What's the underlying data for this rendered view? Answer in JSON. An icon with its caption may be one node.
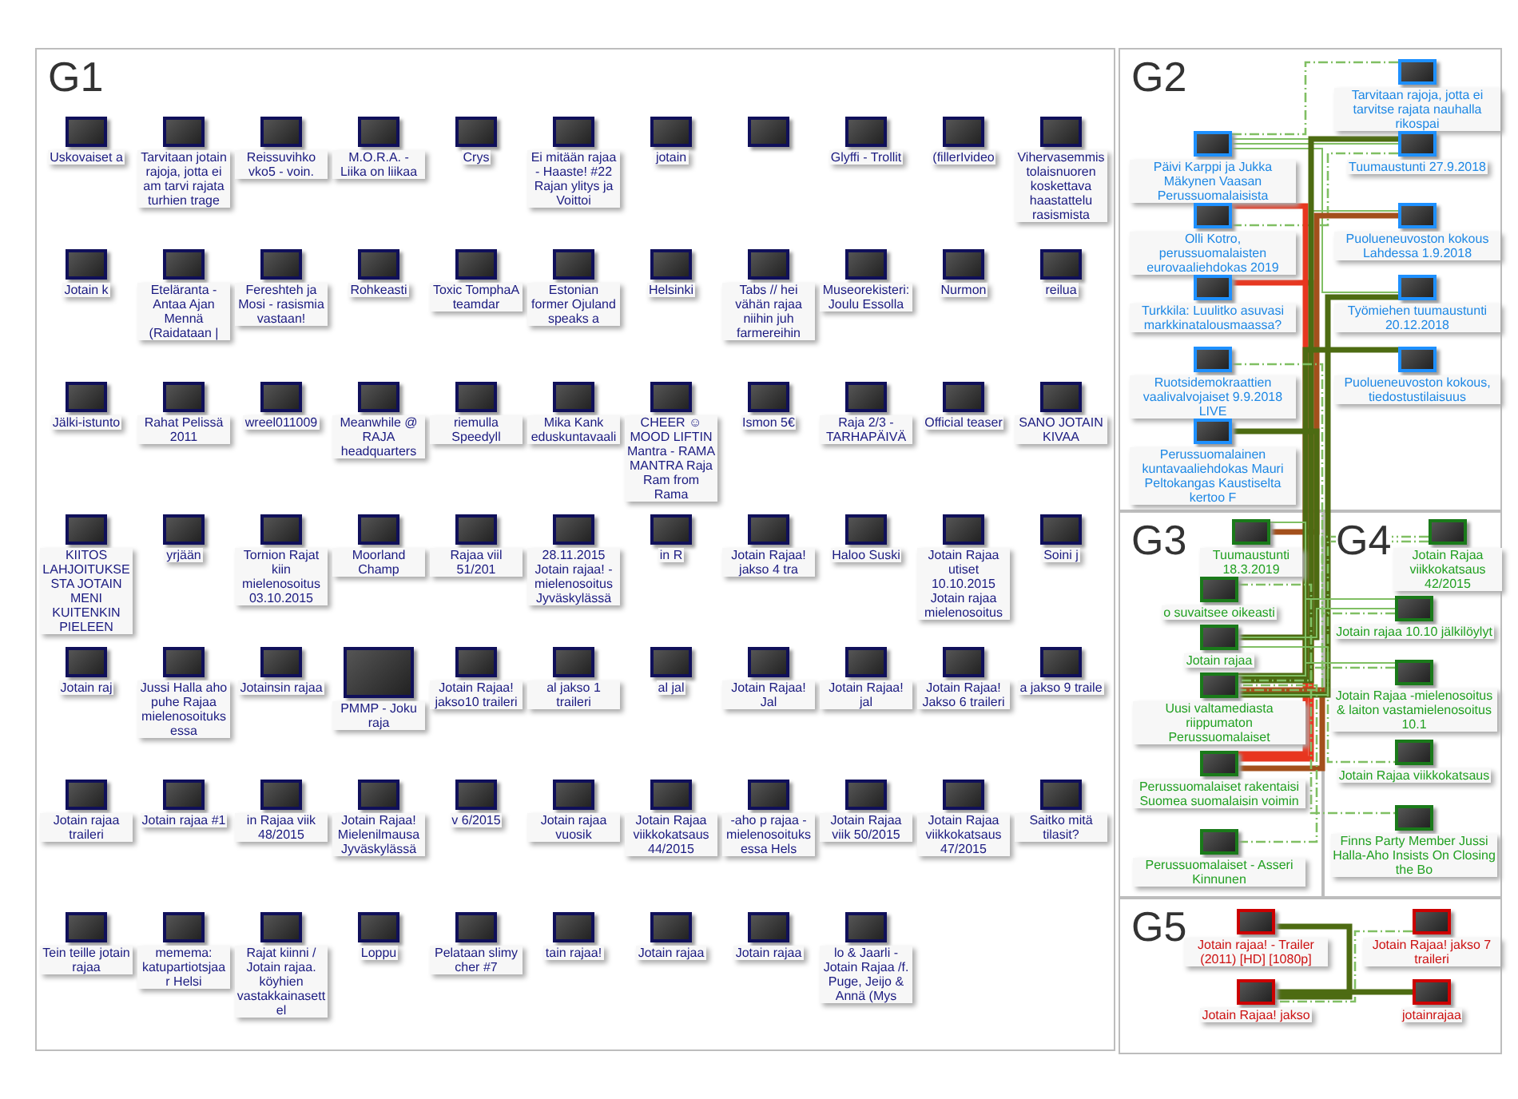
{
  "diagram": {
    "nodes": [
      {
        "text": [
          "G1"
        ]
      },
      {
        "text": [
          "Uskovaiset a"
        ],
        "in": 0
      },
      {
        "text": [
          "Tarvitaan jotain rajoja, jotta ei am tarvi rajata turhien trage"
        ],
        "in": 0
      },
      {
        "text": [
          "Reissuvihko vko5 - voin."
        ],
        "in": 0
      },
      {
        "text": [
          "M.O.R.A. - Liika on liikaa"
        ],
        "in": 0
      },
      {
        "text": [
          "Crys"
        ],
        "in": 0
      },
      {
        "text": [
          "Ei mitään rajaa - Haaste! #22 Rajan ylitys ja Voittoi"
        ],
        "in": 0
      },
      {
        "text": [
          "jotain"
        ],
        "in": 0
      },
      {
        "text": [],
        "shape": "picture",
        "in": 0
      },
      {
        "text": [
          "Glyffi - Trollit"
        ],
        "in": 0
      },
      {
        "text": [
          "(fillerIvideo"
        ],
        "in": 0
      },
      {
        "text": [
          "Vihervasemmistolaisnuoren koskettava haastattelu rasismista"
        ],
        "in": 0
      },
      {
        "text": [
          "Jotain k"
        ],
        "in": 0
      },
      {
        "text": [
          "Eteläranta - Antaa Ajan Mennä (Raidataan |"
        ],
        "in": 0
      },
      {
        "text": [
          "Fereshteh ja Mosi - rasismia vastaan!"
        ],
        "in": 0
      },
      {
        "text": [
          "Rohkeasti"
        ],
        "in": 0
      },
      {
        "text": [
          "Toxic TomphaA teamdar"
        ],
        "in": 0
      },
      {
        "text": [
          "Estonian former Ojuland speaks a"
        ],
        "in": 0
      },
      {
        "text": [
          "Helsinki"
        ],
        "in": 0
      },
      {
        "text": [
          "Tabs // hei vähän rajaa niihin juh farmereihin"
        ],
        "in": 0
      },
      {
        "text": [
          "Museorekisteri: Joulu Essolla"
        ],
        "in": 0
      },
      {
        "text": [
          "Nurmon"
        ],
        "in": 0
      },
      {
        "text": [
          "reilua"
        ],
        "in": 0
      },
      {
        "text": [
          "Jälki-istunto"
        ],
        "in": 0
      },
      {
        "text": [
          "Rahat Pelissä 2011"
        ],
        "in": 0
      },
      {
        "text": [
          "wreel011009"
        ],
        "in": 0
      },
      {
        "text": [
          "Meanwhile @ RAJA headquarters"
        ],
        "in": 0
      },
      {
        "text": [
          "riemulla Speedyll"
        ],
        "in": 0
      },
      {
        "text": [
          "Mika Kank eduskuntavaali"
        ],
        "in": 0
      },
      {
        "text": [
          "CHEER ☺ MOOD LIFTIN Mantra - RAMA MANTRA Raja Ram from Rama"
        ],
        "in": 0
      },
      {
        "text": [
          "Ismon 5€"
        ],
        "in": 0
      },
      {
        "text": [
          "Raja 2/3 - TARHAPÄIVÄ"
        ],
        "in": 0
      },
      {
        "text": [
          "Official teaser"
        ],
        "in": 0
      },
      {
        "text": [
          "SANO JOTAIN KIVAA"
        ],
        "in": 0
      },
      {
        "text": [
          "KIITOS LAHJOITUKSESTA JOTAIN MENI KUITENKIN PIELEEN"
        ],
        "in": 0
      },
      {
        "text": [
          "yrjään"
        ],
        "in": 0
      },
      {
        "text": [
          "Tornion Rajat kiin mielenosoitus 03.10.2015"
        ],
        "in": 0
      },
      {
        "text": [
          "Moorland Champ"
        ],
        "in": 0
      },
      {
        "text": [
          "Rajaa viil 51/201"
        ],
        "in": 0
      },
      {
        "text": [
          "28.11.2015 Jotain rajaa! - mielenosoitus Jyväskylässä"
        ],
        "in": 0
      },
      {
        "text": [
          "in R"
        ],
        "in": 0
      },
      {
        "text": [
          "Jotain Rajaa! jakso 4 tra"
        ],
        "in": 0
      },
      {
        "text": [
          "Haloo Suski"
        ],
        "in": 0
      },
      {
        "text": [
          "Jotain Rajaa utiset 10.10.2015 Jotain rajaa mielenosoitus"
        ],
        "in": 0
      },
      {
        "text": [
          "Soini j"
        ],
        "in": 0
      },
      {
        "text": [
          "Jotain raj"
        ],
        "in": 0
      },
      {
        "text": [
          "Jussi Halla aho puhe Rajaa mielenosoituksessa"
        ],
        "in": 0
      },
      {
        "text": [
          "Jotainsin rajaa"
        ],
        "in": 0
      },
      {
        "text": [
          "PMMP - Joku raja"
        ],
        "in": 0
      },
      {
        "text": [
          "Jotain Rajaa! jakso10 traileri"
        ],
        "in": 0
      },
      {
        "text": [
          "al jakso 1 traileri"
        ],
        "in": 0
      },
      {
        "text": [
          "al jal"
        ],
        "in": 0
      },
      {
        "text": [
          "Jotain Rajaa! Jal"
        ],
        "in": 0
      },
      {
        "text": [
          "Jotain Rajaa! jal"
        ],
        "in": 0
      },
      {
        "text": [
          "Jotain Rajaa! Jakso 6 traileri"
        ],
        "in": 0
      },
      {
        "text": [
          "a jakso 9 traile"
        ],
        "in": 0
      },
      {
        "text": [
          "Jotain rajaa traileri"
        ],
        "in": 0
      },
      {
        "text": [
          "Jotain rajaa #1"
        ],
        "in": 0
      },
      {
        "text": [
          "in Rajaa viik 48/2015"
        ],
        "in": 0
      },
      {
        "text": [
          "Jotain Rajaa! Mielenilmausa Jyväskylässä"
        ],
        "in": 0
      },
      {
        "text": [
          "v 6/2015"
        ],
        "in": 0
      },
      {
        "text": [
          "Jotain rajaa vuosik"
        ],
        "in": 0
      },
      {
        "text": [
          "Jotain Rajaa viikkokatsaus 44/2015"
        ],
        "in": 0
      },
      {
        "text": [
          "-aho p rajaa -mielenosoituksessa Hels"
        ],
        "in": 0
      },
      {
        "text": [
          "Jotain Rajaa viik 50/2015"
        ],
        "in": 0
      },
      {
        "text": [
          "Jotain Rajaa viikkokatsaus 47/2015"
        ],
        "in": 0
      },
      {
        "text": [
          "Saitko mitä tilasit?"
        ],
        "in": 0
      },
      {
        "text": [
          "Tein teille jotain rajaa"
        ],
        "in": 0
      },
      {
        "text": [
          "memema: katupartiotsjaa r Helsi"
        ],
        "in": 0
      },
      {
        "text": [
          "Rajat kiinni / Jotain rajaa. köyhien vastakkainasettel"
        ],
        "in": 0
      },
      {
        "text": [
          "Loppu"
        ],
        "in": 0
      },
      {
        "text": [
          "Pelataan slimy cher #7"
        ],
        "in": 0
      },
      {
        "text": [
          "tain rajaa!"
        ],
        "in": 0
      },
      {
        "text": [
          "Jotain rajaa"
        ],
        "in": 0
      },
      {
        "text": [
          "Jotain rajaa"
        ],
        "in": 0
      },
      {
        "text": [
          "lo & Jaarli - Jotain Rajaa /f. Puge, Jeijo & Annä (Mys"
        ],
        "in": 0
      },
      {
        "text": [
          "G2"
        ]
      },
      {
        "text": [
          "Tarvitaan rajoja, jotta ei tarvitse rajata nauhalla rikospai"
        ],
        "in": 76
      },
      {
        "text": [
          "Päivi Karppi ja Jukka Mäkynen Vaasan Perussuomalaisista"
        ],
        "in": 76
      },
      {
        "text": [
          "Tuumaustunti 27.9.2018"
        ],
        "in": 76
      },
      {
        "text": [
          "Olli Kotro, perussuomalaisten eurovaaliehdokas 2019"
        ],
        "in": 76
      },
      {
        "text": [
          "Puolueneuvoston kokous Lahdessa 1.9.2018"
        ],
        "in": 76
      },
      {
        "text": [
          "Turkkila: Luulitko asuvasi markkinatalousmaassa?"
        ],
        "in": 76
      },
      {
        "text": [
          "Työmiehen tuumaustunti 20.12.2018"
        ],
        "in": 76
      },
      {
        "text": [
          "Ruotsidemokraattien vaalivalvojaiset 9.9.2018 LIVE"
        ],
        "in": 76
      },
      {
        "text": [
          "Puolueneuvoston kokous, tiedostustilaisuus"
        ],
        "in": 76
      },
      {
        "text": [
          "Perussuomalainen kuntavaaliehdokas Mauri Peltokangas Kaustiselta kertoo F"
        ],
        "in": 76
      },
      {
        "text": [
          "G3"
        ]
      },
      {
        "text": [
          "Tuumaustunti 18.3.2019"
        ],
        "in": 87
      },
      {
        "text": [
          "o suvaitsee oikeasti"
        ],
        "in": 87
      },
      {
        "text": [
          "Jotain rajaa"
        ],
        "in": 87
      },
      {
        "text": [
          "Uusi valtamediasta riippumaton Perussuomalaiset"
        ],
        "in": 87
      },
      {
        "text": [
          "Perussuomalaiset rakentaisi Suomea suomalaisin voimin"
        ],
        "in": 87
      },
      {
        "text": [
          "Perussuomalaiset - Asseri Kinnunen"
        ],
        "in": 87
      },
      {
        "text": [
          "G4"
        ]
      },
      {
        "text": [
          "Jotain Rajaa viikkokatsaus 42/2015"
        ],
        "in": 94
      },
      {
        "text": [
          "Jotain rajaa 10.10 jälkilöylyt"
        ],
        "in": 94
      },
      {
        "text": [
          "Jotain Rajaa -mielenosoitus & laiton vastamielenosoitus 10.1"
        ],
        "in": 94
      },
      {
        "text": [
          "Jotain Rajaa viikkokatsaus"
        ],
        "in": 94
      },
      {
        "text": [
          "Finns Party Member Jussi Halla-Aho Insists On Closing the Bo"
        ],
        "in": 94
      },
      {
        "text": [
          "G5"
        ]
      },
      {
        "text": [
          "Jotain rajaa! - Trailer (2011) [HD] [1080p]"
        ],
        "in": 100
      },
      {
        "text": [
          "Jotain Rajaa! jakso 7 traileri"
        ],
        "in": 100
      },
      {
        "text": [
          "Jotain Rajaa! jakso"
        ],
        "in": 100
      },
      {
        "text": [
          "jotainrajaa"
        ],
        "in": 100
      }
    ],
    "edges": [
      {
        "from": 77,
        "to": 78,
        "arrow": "none",
        "style": "dashed"
      },
      {
        "from": 78,
        "to": 81,
        "arrow": "none"
      },
      {
        "from": 78,
        "to": 79,
        "arrow": "none"
      },
      {
        "from": 78,
        "to": 83,
        "arrow": "none"
      },
      {
        "from": 79,
        "to": 80,
        "arrow": "none",
        "style": "dashed"
      },
      {
        "from": 80,
        "to": 92,
        "arrow": "none",
        "style": "thick",
        "color": "#e8361f"
      },
      {
        "from": 82,
        "to": 92,
        "arrow": "none",
        "style": "thick",
        "color": "#e8361f"
      },
      {
        "from": 81,
        "to": 88,
        "arrow": "none",
        "style": "thick",
        "color": "#a3501c"
      },
      {
        "from": 91,
        "to": 92,
        "arrow": "none",
        "style": "thick",
        "color": "#a3501c"
      },
      {
        "from": 83,
        "to": 91,
        "arrow": "none",
        "style": "thick",
        "color": "#4d6b12"
      },
      {
        "from": 85,
        "to": 91,
        "arrow": "none",
        "style": "thick",
        "color": "#4d6b12"
      },
      {
        "from": 79,
        "to": 91,
        "arrow": "none",
        "style": "thick",
        "color": "#4d6b12"
      },
      {
        "from": 86,
        "to": 90,
        "arrow": "none",
        "style": "thick",
        "color": "#4d6b12"
      },
      {
        "from": 84,
        "to": 91,
        "arrow": "none",
        "style": "dashed"
      },
      {
        "from": 90,
        "to": 91,
        "arrow": "none"
      },
      {
        "from": 88,
        "to": 91,
        "arrow": "none"
      },
      {
        "from": 89,
        "to": 91,
        "arrow": "none",
        "style": "dashed"
      },
      {
        "from": 93,
        "to": 91,
        "arrow": "none",
        "style": "dashed"
      },
      {
        "from": 95,
        "to": 96,
        "arrow": "none",
        "style": "dashed"
      },
      {
        "from": 95,
        "to": 98,
        "arrow": "none",
        "style": "dashed"
      },
      {
        "from": 96,
        "to": 97,
        "arrow": "none"
      },
      {
        "from": 97,
        "to": 99,
        "arrow": "none",
        "style": "dashed"
      },
      {
        "from": 90,
        "to": 96,
        "arrow": "none"
      },
      {
        "from": 101,
        "to": 103,
        "arrow": "none",
        "style": "thick",
        "color": "#4d6b12"
      },
      {
        "from": 102,
        "to": 103,
        "arrow": "none",
        "style": "dashed"
      },
      {
        "from": 103,
        "to": 104,
        "arrow": "none",
        "style": "thick",
        "color": "#4d6b12"
      }
    ]
  }
}
